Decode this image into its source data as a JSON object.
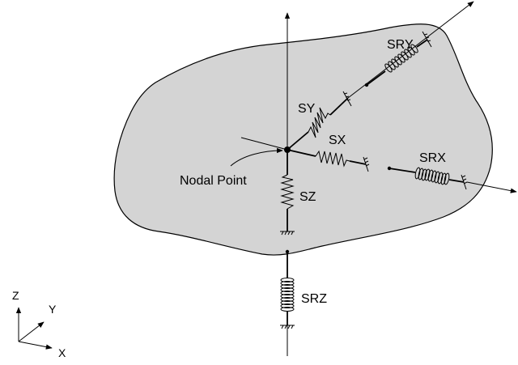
{
  "diagram": {
    "labels": {
      "sry": "SRY",
      "sy": "SY",
      "sx": "SX",
      "srx": "SRX",
      "sz": "SZ",
      "srz": "SRZ",
      "nodal_point": "Nodal Point"
    },
    "triad": {
      "z": "Z",
      "y": "Y",
      "x": "X"
    },
    "colors": {
      "body_fill": "#d4d4d4",
      "stroke": "#000000"
    }
  }
}
